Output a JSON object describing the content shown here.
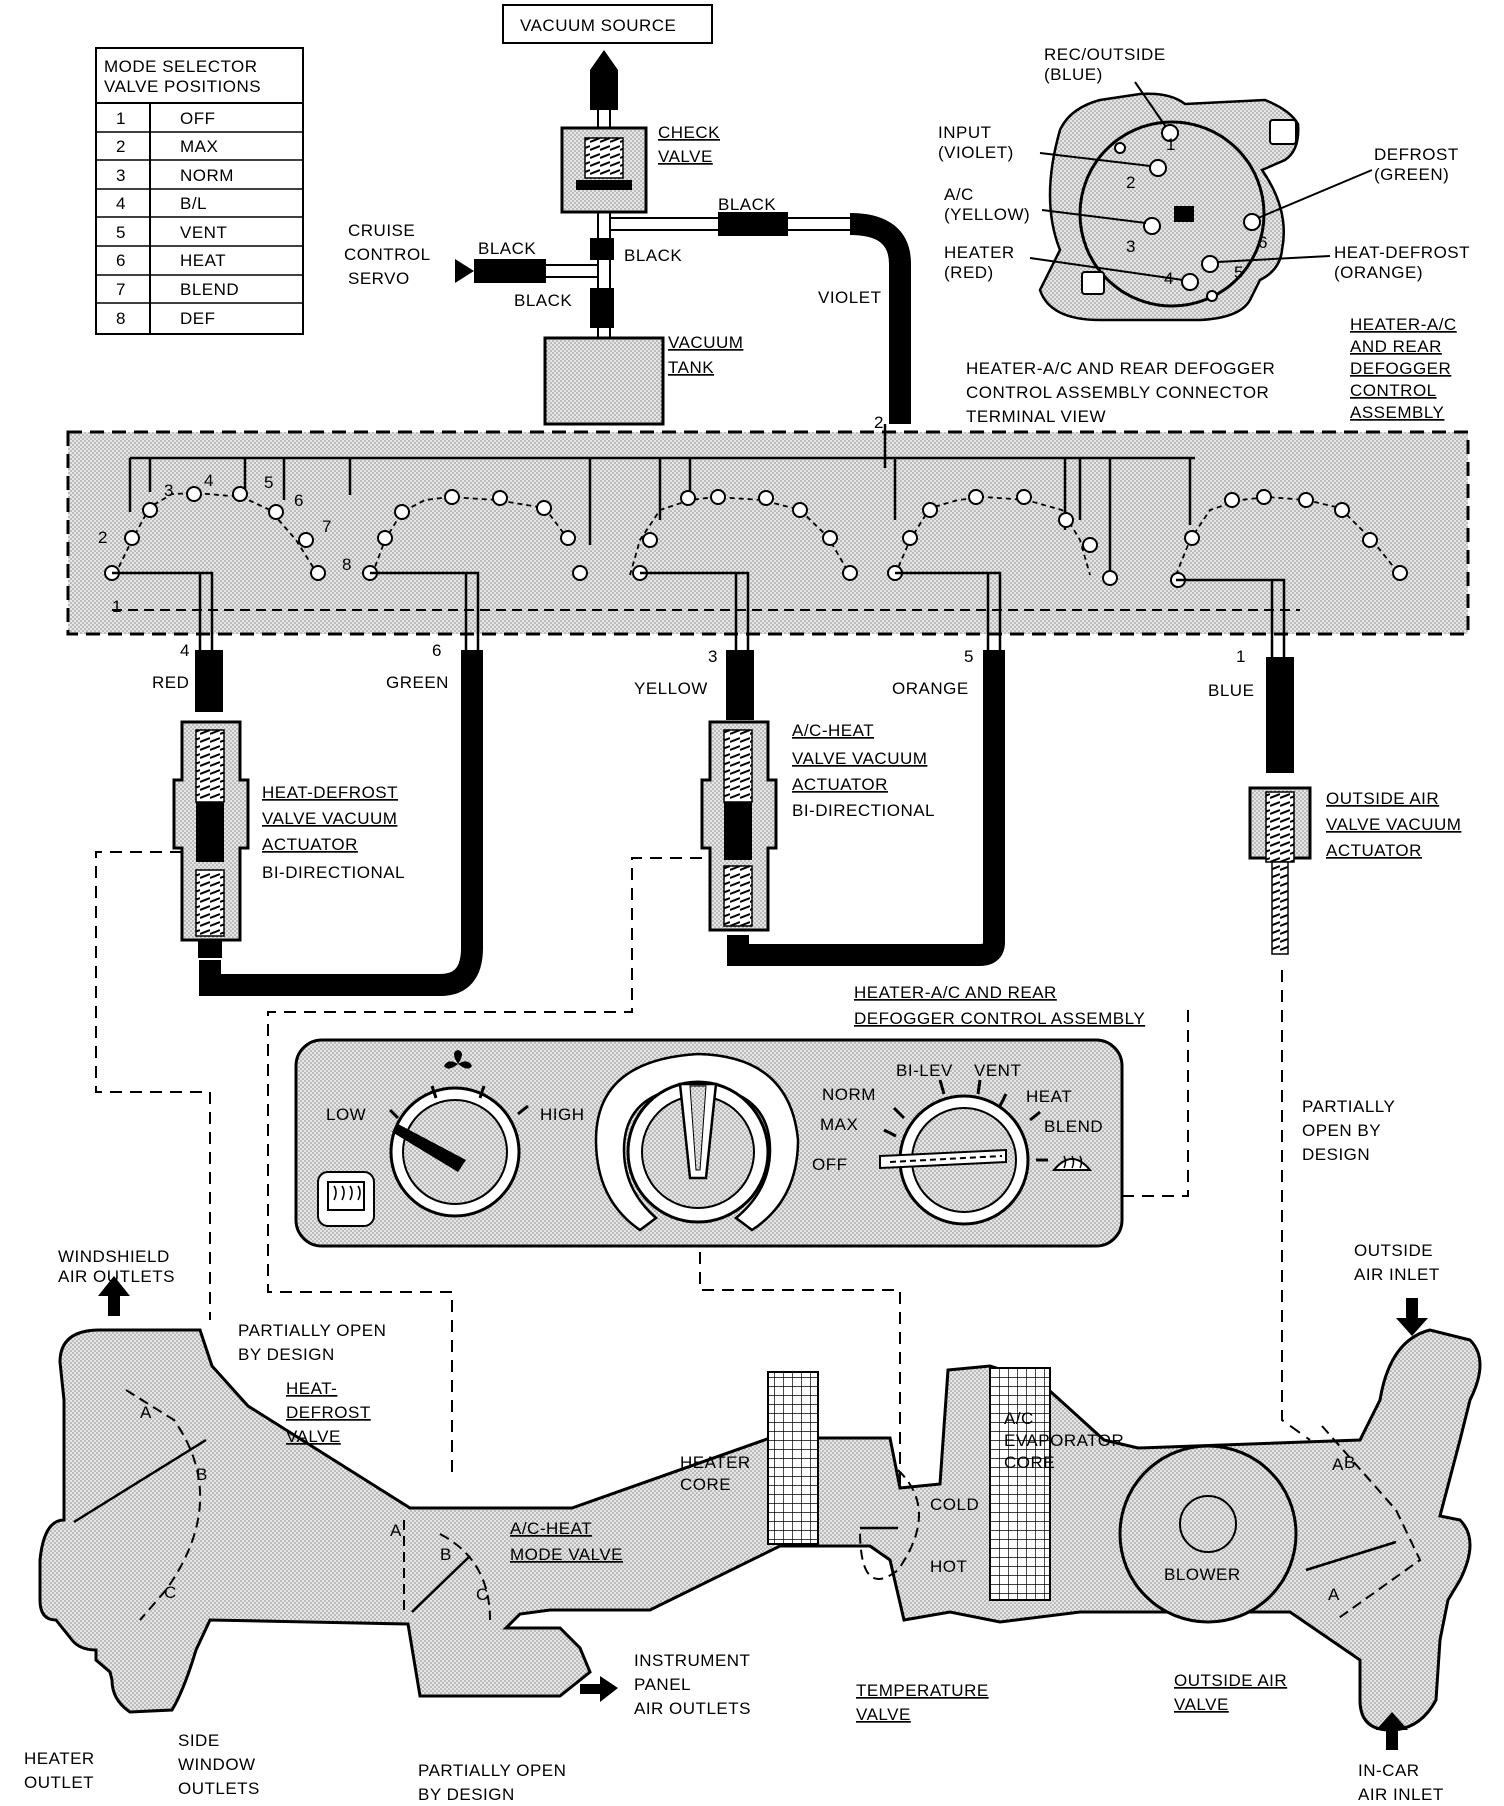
{
  "mode_table": {
    "header_line1": "MODE SELECTOR",
    "header_line2": "VALVE POSITIONS",
    "rows": [
      {
        "num": "1",
        "mode": "OFF"
      },
      {
        "num": "2",
        "mode": "MAX"
      },
      {
        "num": "3",
        "mode": "NORM"
      },
      {
        "num": "4",
        "mode": "B/L"
      },
      {
        "num": "5",
        "mode": "VENT"
      },
      {
        "num": "6",
        "mode": "HEAT"
      },
      {
        "num": "7",
        "mode": "BLEND"
      },
      {
        "num": "8",
        "mode": "DEF"
      }
    ]
  },
  "vacuum": {
    "source": "VACUUM SOURCE",
    "check_valve_1": "CHECK",
    "check_valve_2": "VALVE",
    "tank_1": "VACUUM",
    "tank_2": "TANK",
    "cruise_1": "CRUISE",
    "cruise_2": "CONTROL",
    "cruise_3": "SERVO",
    "black_1": "BLACK",
    "black_2": "BLACK",
    "black_3": "BLACK",
    "black_4": "BLACK",
    "violet": "VIOLET"
  },
  "connector": {
    "rec_outside_1": "REC/OUTSIDE",
    "rec_outside_2": "(BLUE)",
    "input_1": "INPUT",
    "input_2": "(VIOLET)",
    "ac_1": "A/C",
    "ac_2": "(YELLOW)",
    "heater_1": "HEATER",
    "heater_2": "(RED)",
    "defrost_1": "DEFROST",
    "defrost_2": "(GREEN)",
    "heat_defrost_1": "HEAT-DEFROST",
    "heat_defrost_2": "(ORANGE)",
    "title_1": "HEATER-A/C AND REAR DEFOGGER",
    "title_2": "CONTROL ASSEMBLY CONNECTOR",
    "title_3": "TERMINAL VIEW",
    "pins": [
      "1",
      "2",
      "3",
      "4",
      "5",
      "6"
    ]
  },
  "control_assembly_label": {
    "l1": "HEATER-A/C",
    "l2": "AND REAR",
    "l3": "DEFOGGER",
    "l4": "CONTROL",
    "l5": "ASSEMBLY"
  },
  "lines": {
    "red": "RED",
    "red_num": "4",
    "green": "GREEN",
    "green_num": "6",
    "yellow": "YELLOW",
    "yellow_num": "3",
    "orange": "ORANGE",
    "orange_num": "5",
    "blue": "BLUE",
    "blue_num": "1",
    "violet_num": "2"
  },
  "actuators": {
    "heat_defrost_1": "HEAT-DEFROST",
    "heat_defrost_2": "VALVE VACUUM",
    "heat_defrost_3": "ACTUATOR",
    "heat_defrost_4": "BI-DIRECTIONAL",
    "ac_heat_1": "A/C-HEAT",
    "ac_heat_2": "VALVE VACUUM",
    "ac_heat_3": "ACTUATOR",
    "ac_heat_4": "BI-DIRECTIONAL",
    "outside_1": "OUTSIDE AIR",
    "outside_2": "VALVE VACUUM",
    "outside_3": "ACTUATOR"
  },
  "panel": {
    "title_1": "HEATER-A/C AND REAR",
    "title_2": "DEFOGGER CONTROL ASSEMBLY",
    "low": "LOW",
    "high": "HIGH",
    "norm": "NORM",
    "bilev": "BI-LEV",
    "vent": "VENT",
    "heat": "HEAT",
    "max": "MAX",
    "blend": "BLEND",
    "off": "OFF"
  },
  "ductwork": {
    "windshield_1": "WINDSHIELD",
    "windshield_2": "AIR OUTLETS",
    "partially_1": "PARTIALLY OPEN",
    "partially_2": "BY DESIGN",
    "heat_defrost_valve_1": "HEAT-",
    "heat_defrost_valve_2": "DEFROST",
    "heat_defrost_valve_3": "VALVE",
    "heater_core_1": "HEATER",
    "heater_core_2": "CORE",
    "evap_1": "A/C",
    "evap_2": "EVAPORATOR",
    "evap_3": "CORE",
    "cold": "COLD",
    "hot": "HOT",
    "blower": "BLOWER",
    "ac_heat_mode_1": "A/C-HEAT",
    "ac_heat_mode_2": "MODE VALVE",
    "ip_1": "INSTRUMENT",
    "ip_2": "PANEL",
    "ip_3": "AIR OUTLETS",
    "temp_1": "TEMPERATURE",
    "temp_2": "VALVE",
    "outside_valve_1": "OUTSIDE AIR",
    "outside_valve_2": "VALVE",
    "heater_outlet_1": "HEATER",
    "heater_outlet_2": "OUTLET",
    "side_1": "SIDE",
    "side_2": "WINDOW",
    "side_3": "OUTLETS",
    "partially_bottom_1": "PARTIALLY OPEN",
    "partially_bottom_2": "BY DESIGN",
    "partially_right_1": "PARTIALLY",
    "partially_right_2": "OPEN BY",
    "partially_right_3": "DESIGN",
    "outside_inlet_1": "OUTSIDE",
    "outside_inlet_2": "AIR INLET",
    "incar_1": "IN-CAR",
    "incar_2": "AIR INLET",
    "A": "A",
    "B": "B",
    "C": "C"
  },
  "colors": {
    "ink": "#000000",
    "fill": "#cfcfcf",
    "panel_fill": "#d9d9d9"
  }
}
